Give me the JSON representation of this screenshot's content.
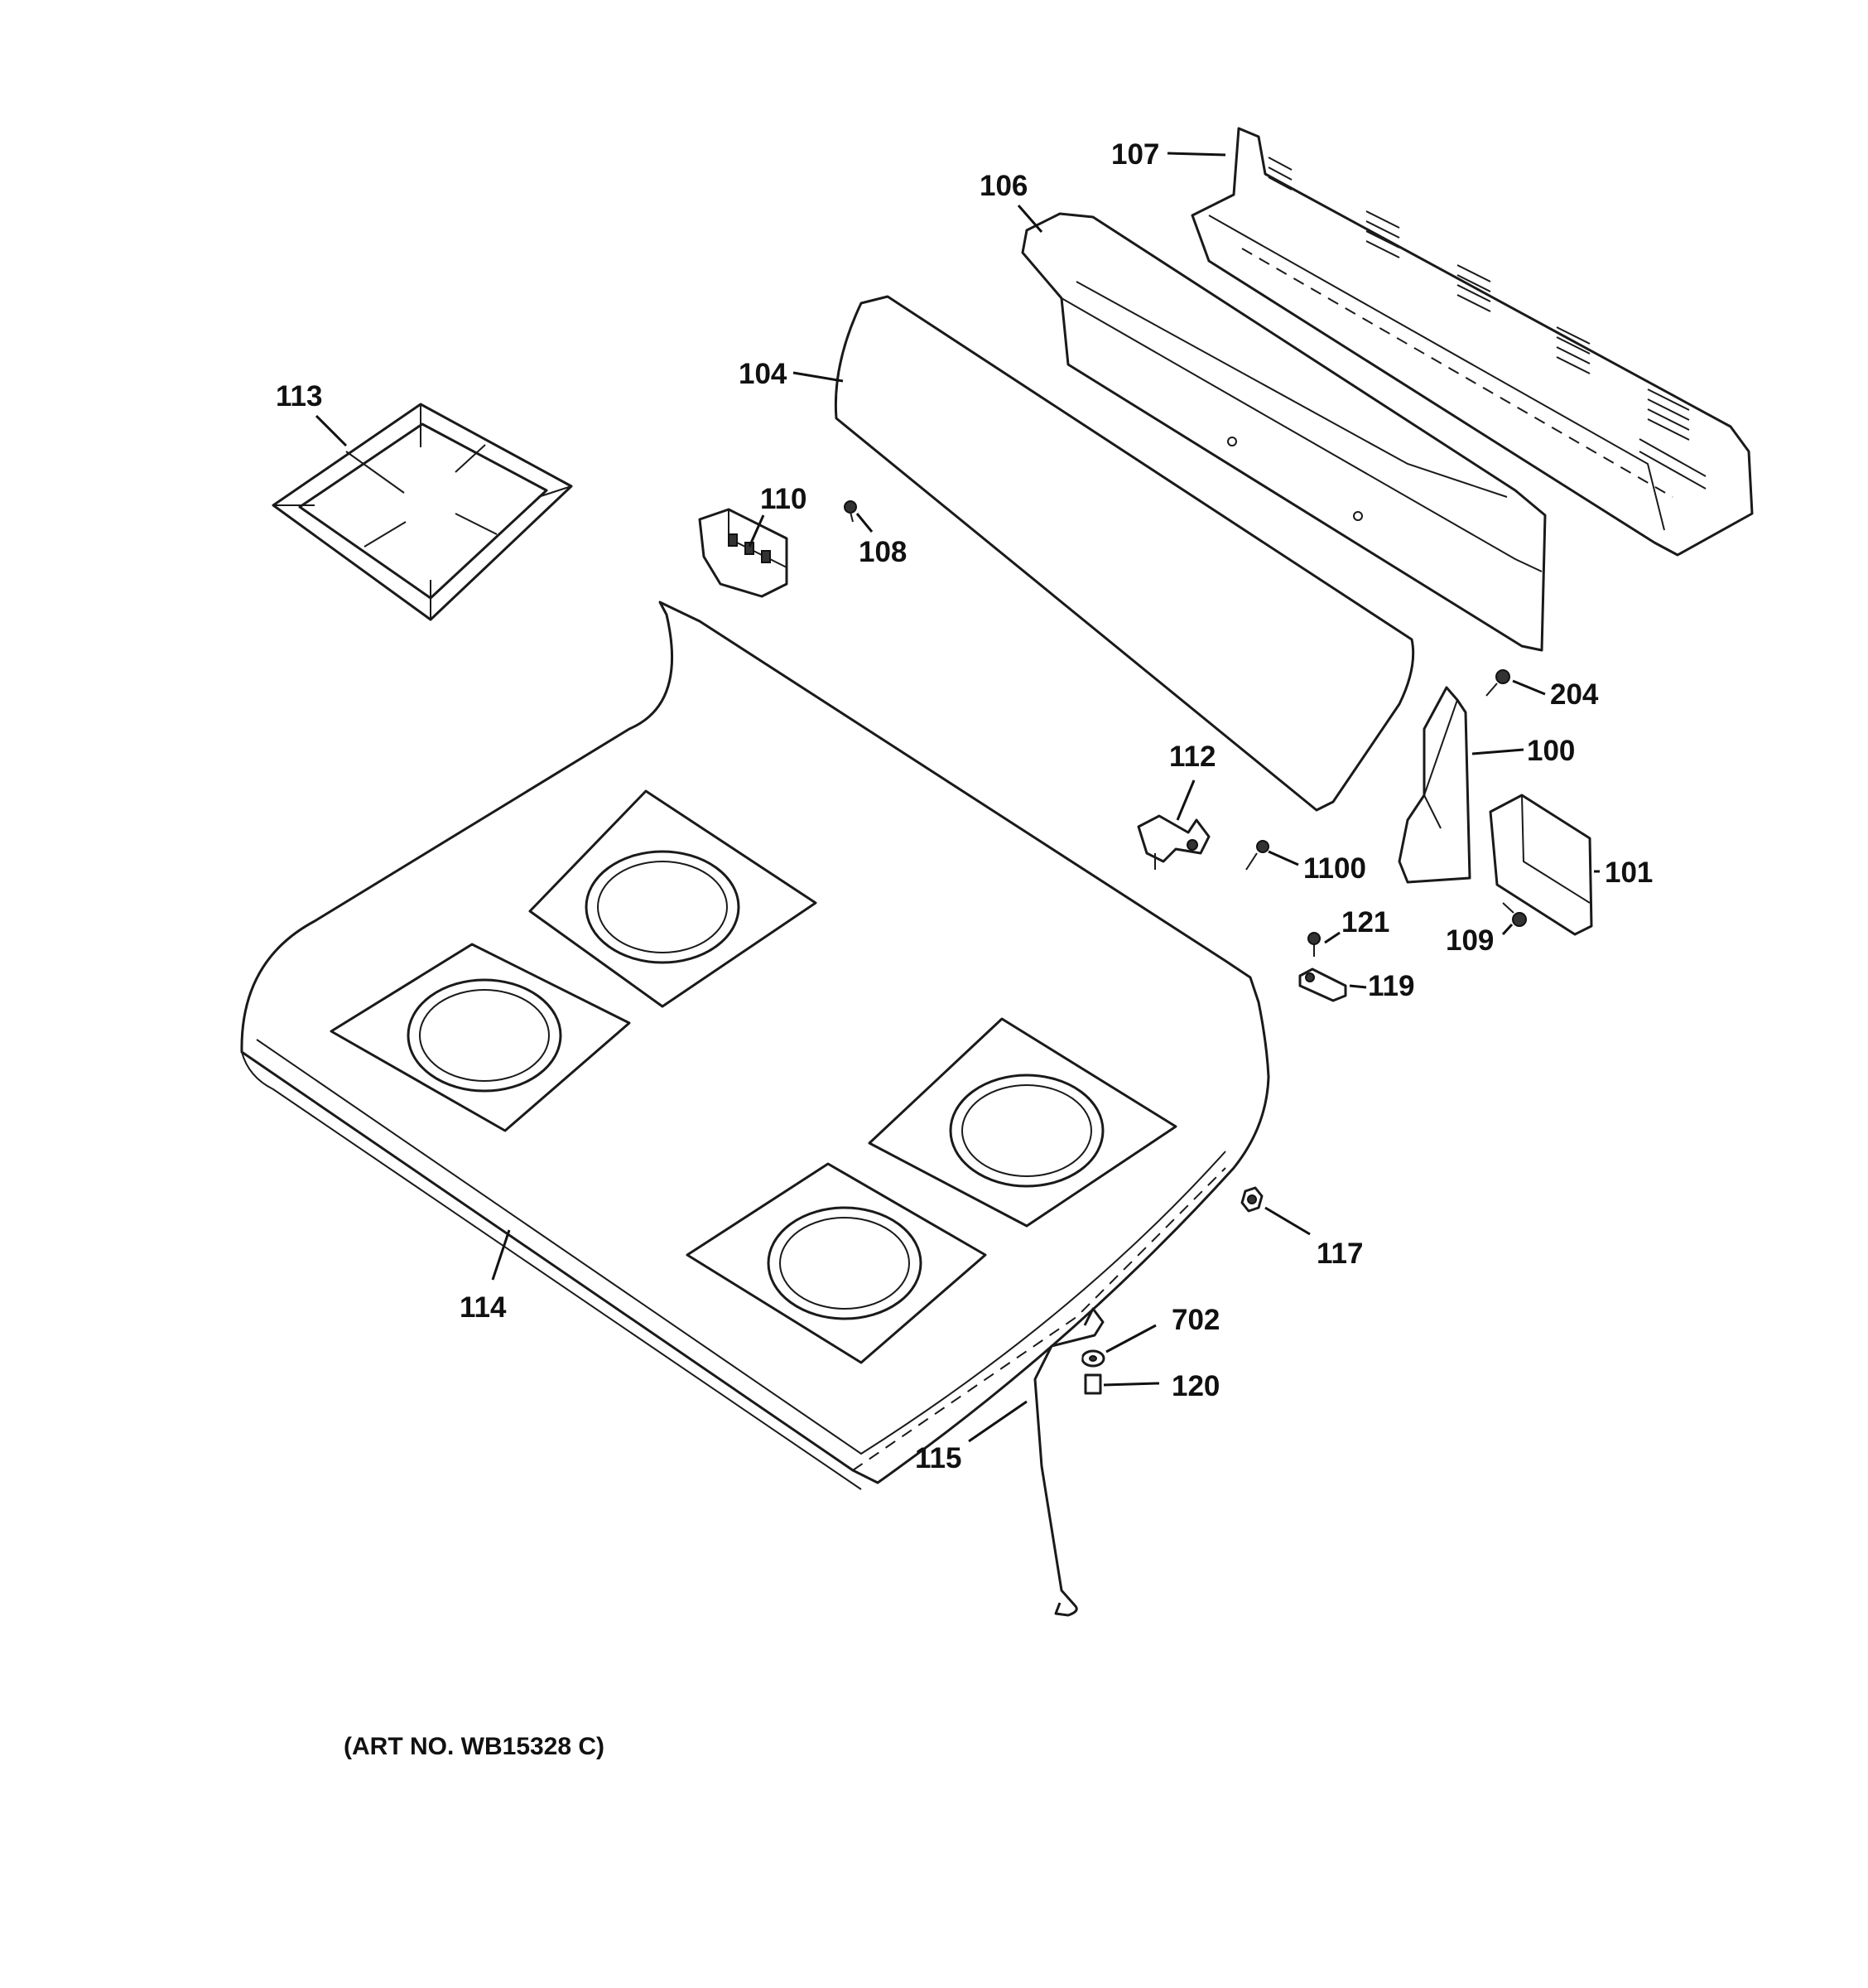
{
  "callouts": {
    "c107": "107",
    "c106": "106",
    "c104": "104",
    "c113": "113",
    "c110": "110",
    "c108": "108",
    "c204": "204",
    "c100": "100",
    "c112": "112",
    "c1100": "1100",
    "c101": "101",
    "c121": "121",
    "c109": "109",
    "c119": "119",
    "c117": "117",
    "c114": "114",
    "c702": "702",
    "c120": "120",
    "c115": "115"
  },
  "art_number": "(ART NO. WB15328 C)"
}
